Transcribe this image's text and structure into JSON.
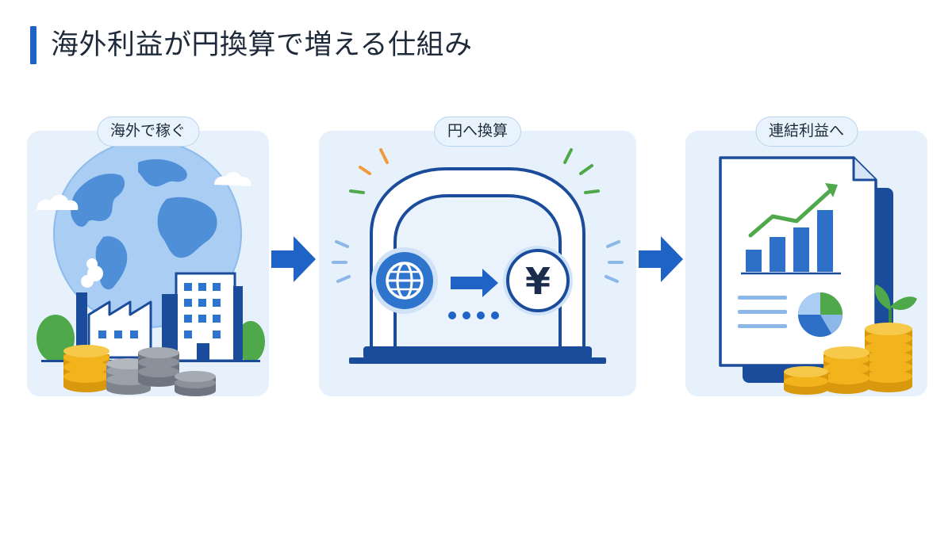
{
  "header": {
    "title": "海外利益が円換算で増える仕組み"
  },
  "steps": [
    {
      "label": "海外で稼ぐ"
    },
    {
      "label": "円へ換算"
    },
    {
      "label": "連結利益へ"
    }
  ],
  "currency": {
    "symbol": "¥"
  },
  "colors": {
    "accent": "#1f63c6",
    "navy": "#1b4c9c",
    "panel_bg": "#e6f1fb",
    "gold": "#f2b41d",
    "green": "#4fa84a",
    "orange": "#f09a3a"
  },
  "icons": {
    "step1": "globe-factory-coins-icon",
    "step2": "currency-exchange-gate-icon",
    "step3": "financial-report-growth-icon"
  }
}
